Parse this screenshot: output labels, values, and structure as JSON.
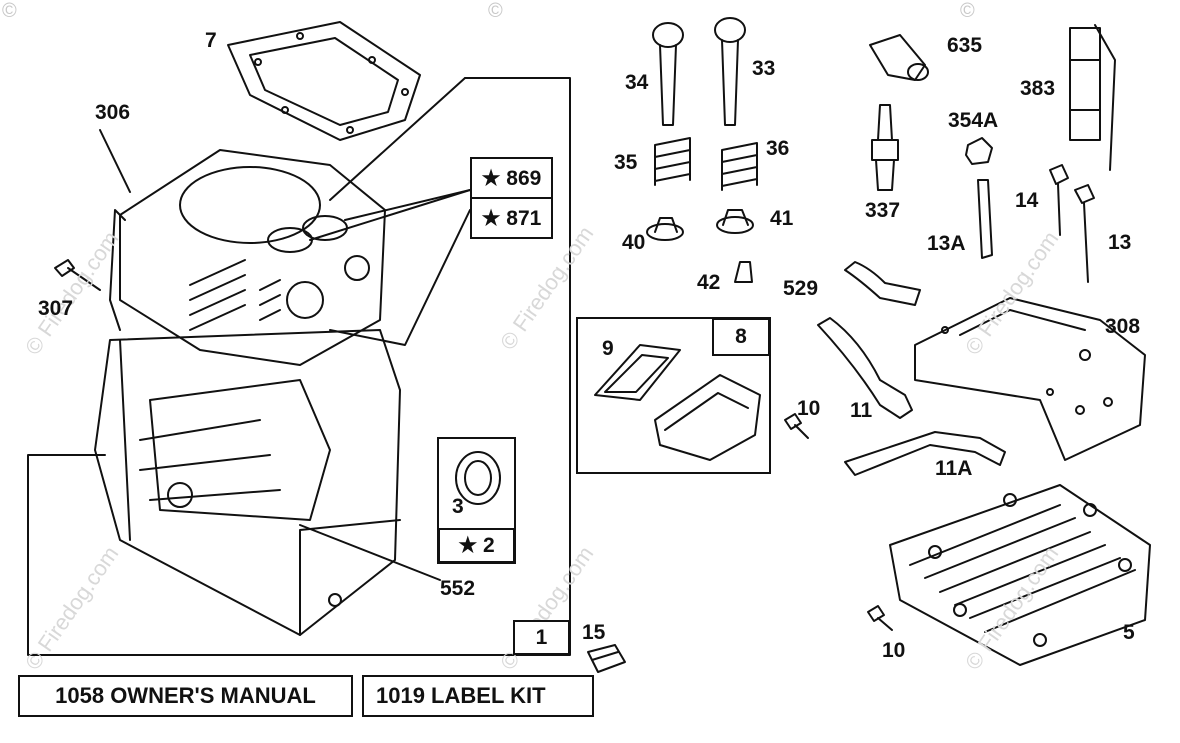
{
  "watermark": {
    "text": "© Firedog.com",
    "copyright_symbol": "©"
  },
  "parts": {
    "p7": "7",
    "p306": "306",
    "p307": "307",
    "p869": "★ 869",
    "p871": "★ 871",
    "p34": "34",
    "p33": "33",
    "p35": "35",
    "p36": "36",
    "p40": "40",
    "p41": "41",
    "p42": "42",
    "p635": "635",
    "p383": "383",
    "p354a": "354A",
    "p337": "337",
    "p13a": "13A",
    "p14": "14",
    "p13": "13",
    "p529": "529",
    "p308": "308",
    "p9": "9",
    "p8": "8",
    "p10a": "10",
    "p11": "11",
    "p11a": "11A",
    "p3": "3",
    "p2": "★ 2",
    "p552": "552",
    "p1": "1",
    "p15": "15",
    "p5": "5",
    "p10b": "10"
  },
  "footer": {
    "manual": "1058 OWNER'S MANUAL",
    "label_kit": "1019 LABEL KIT"
  }
}
